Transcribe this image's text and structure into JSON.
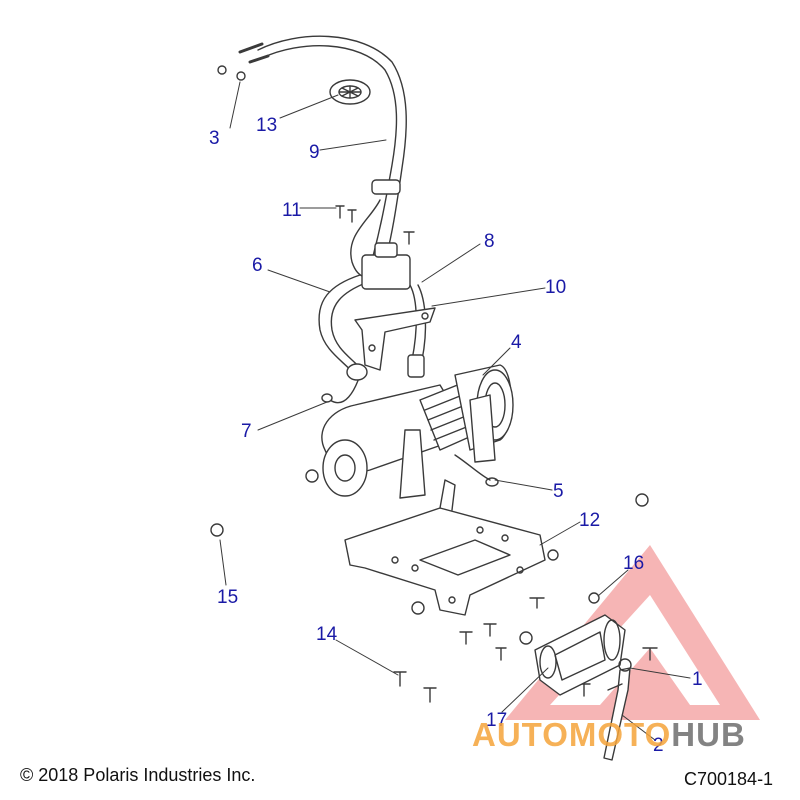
{
  "callouts": {
    "c1": "1",
    "c2": "2",
    "c3": "3",
    "c4": "4",
    "c5": "5",
    "c6": "6",
    "c7": "7",
    "c8": "8",
    "c9": "9",
    "c10": "10",
    "c11": "11",
    "c12": "12",
    "c13": "13",
    "c14": "14",
    "c15": "15",
    "c16": "16",
    "c17": "17"
  },
  "footer": {
    "copyright": "© 2018 Polaris Industries Inc.",
    "diagram_code": "C700184-1"
  },
  "watermark": {
    "text_left": "AUTOMOTO",
    "text_right": "HUB",
    "color_red": "#e8322e",
    "color_orange": "#f5a43a",
    "color_gray": "#6e6e6e"
  },
  "colors": {
    "callout": "#1a1aa6",
    "line_art": "#3a3a3a"
  }
}
